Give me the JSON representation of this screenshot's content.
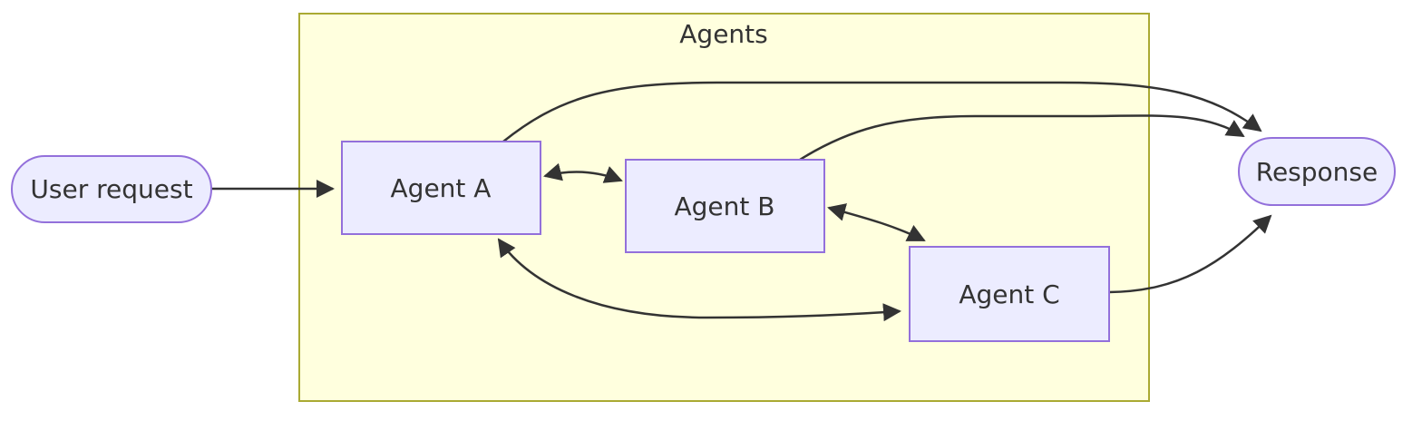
{
  "diagram": {
    "type": "flowchart",
    "direction": "left-to-right",
    "subgraph": {
      "title": "Agents",
      "members": [
        "Agent A",
        "Agent B",
        "Agent C"
      ]
    },
    "nodes": [
      {
        "id": "user-request",
        "label": "User request",
        "shape": "stadium"
      },
      {
        "id": "agent-a",
        "label": "Agent A",
        "shape": "rectangle"
      },
      {
        "id": "agent-b",
        "label": "Agent B",
        "shape": "rectangle"
      },
      {
        "id": "agent-c",
        "label": "Agent C",
        "shape": "rectangle"
      },
      {
        "id": "response",
        "label": "Response",
        "shape": "stadium"
      }
    ],
    "edges": [
      {
        "from": "User request",
        "to": "Agent A",
        "direction": "one-way"
      },
      {
        "from": "Agent A",
        "to": "Agent B",
        "direction": "two-way"
      },
      {
        "from": "Agent B",
        "to": "Agent C",
        "direction": "two-way"
      },
      {
        "from": "Agent A",
        "to": "Agent C",
        "direction": "two-way"
      },
      {
        "from": "Agent A",
        "to": "Response",
        "direction": "one-way"
      },
      {
        "from": "Agent B",
        "to": "Response",
        "direction": "one-way"
      },
      {
        "from": "Agent C",
        "to": "Response",
        "direction": "one-way"
      }
    ],
    "colors": {
      "node_fill": "#ECECFF",
      "node_stroke": "#9370DB",
      "subgraph_fill": "#FFFFDE",
      "subgraph_stroke": "#AAAA33",
      "edge_stroke": "#333333",
      "text_color": "#333333"
    }
  }
}
